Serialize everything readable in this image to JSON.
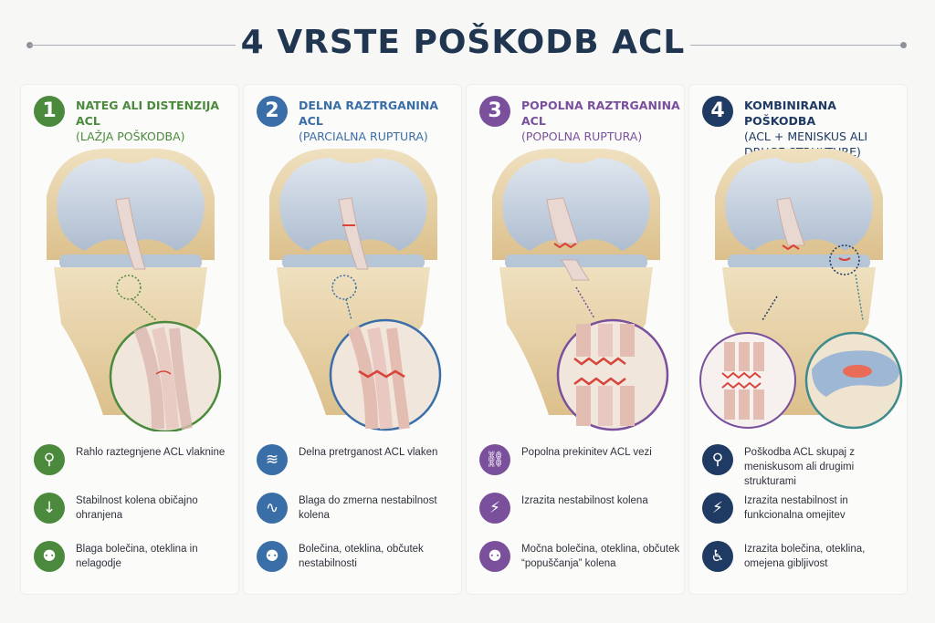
{
  "title": "4 VRSTE POŠKODB ACL",
  "colors": {
    "green": "#4b8a3c",
    "blue": "#3a6ea7",
    "purple": "#7a4f9c",
    "navy": "#1f3a63",
    "teal": "#3f8a8c",
    "tear_red": "#d9443a"
  },
  "panels": [
    {
      "number": "1",
      "title": "NATEG ALI DISTENZIJA ACL",
      "subtitle": "(LAŽJA POŠKODBA)",
      "items": [
        {
          "icon": "knee-icon",
          "text": "Rahlo raztegnjene ACL vlaknine"
        },
        {
          "icon": "arrow-down-icon",
          "text": "Stabilnost kolena običajno ohranjena"
        },
        {
          "icon": "walking-person-icon",
          "text": "Blaga bolečina, oteklina in nelagodje"
        }
      ]
    },
    {
      "number": "2",
      "title": "DELNA RAZTRGANINA ACL",
      "subtitle": "(PARCIALNA RUPTURA)",
      "items": [
        {
          "icon": "fibers-icon",
          "text": "Delna pretrganost ACL vlaken"
        },
        {
          "icon": "wave-icon",
          "text": "Blaga do zmerna nestabilnost kolena"
        },
        {
          "icon": "walking-person-icon",
          "text": "Bolečina, oteklina, občutek nestabilnosti"
        }
      ]
    },
    {
      "number": "3",
      "title": "POPOLNA RAZTRGANINA ACL",
      "subtitle": "(POPOLNA RUPTURA)",
      "items": [
        {
          "icon": "broken-link-icon",
          "text": "Popolna prekinitev ACL vezi"
        },
        {
          "icon": "unstable-knee-icon",
          "text": "Izrazita nestabilnost kolena"
        },
        {
          "icon": "falling-person-icon",
          "text": "Močna bolečina, oteklina, občutek “popuščanja” kolena"
        }
      ]
    },
    {
      "number": "4",
      "title": "KOMBINIRANA POŠKODBA",
      "subtitle": "(ACL + MENISKUS ALI DRUGE STRUKTURE)",
      "items": [
        {
          "icon": "knee-icon",
          "text": "Poškodba ACL skupaj z meniskusom ali drugimi strukturami"
        },
        {
          "icon": "unstable-knee-icon",
          "text": "Izrazita nestabilnost in funkcionalna omejitev"
        },
        {
          "icon": "seated-person-icon",
          "text": "Izrazita bolečina, oteklina, omejena gibljivost"
        }
      ]
    }
  ]
}
